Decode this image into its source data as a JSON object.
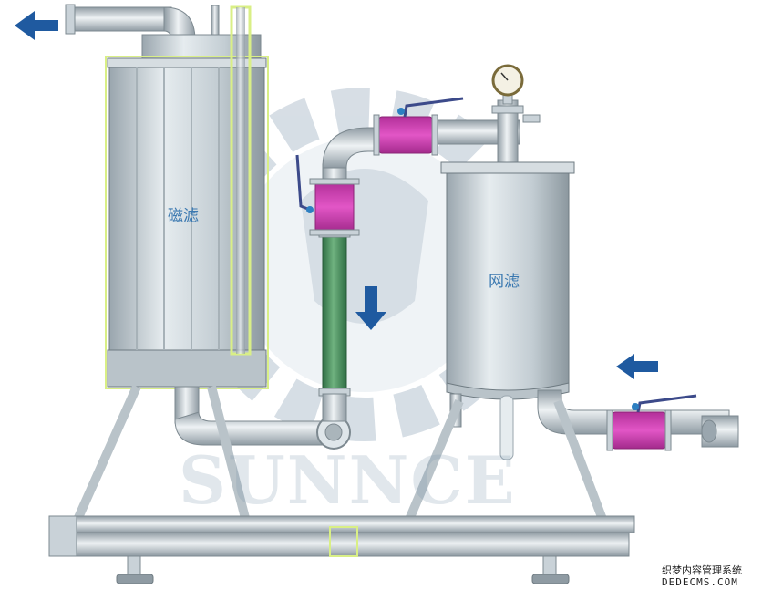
{
  "labels": {
    "magnetic_filter": "磁滤",
    "mesh_filter": "网滤"
  },
  "watermarks": {
    "brand": "SUNNCE",
    "site_cn": "织梦内容管理系统",
    "site_url": "DEDECMS.COM"
  },
  "flow_arrows": [
    {
      "name": "outlet-arrow",
      "direction": "left"
    },
    {
      "name": "down-flow-arrow",
      "direction": "down"
    },
    {
      "name": "inlet-arrow",
      "direction": "left"
    }
  ],
  "colors": {
    "steel": "#c9d2d8",
    "steel_dark": "#8f9ba3",
    "valve": "#d23cb4",
    "arrow": "#1f5aa0",
    "green_pipe": "#3d8a55",
    "yellow_outline": "#d9ef86",
    "logo": "#6e8aa3"
  }
}
